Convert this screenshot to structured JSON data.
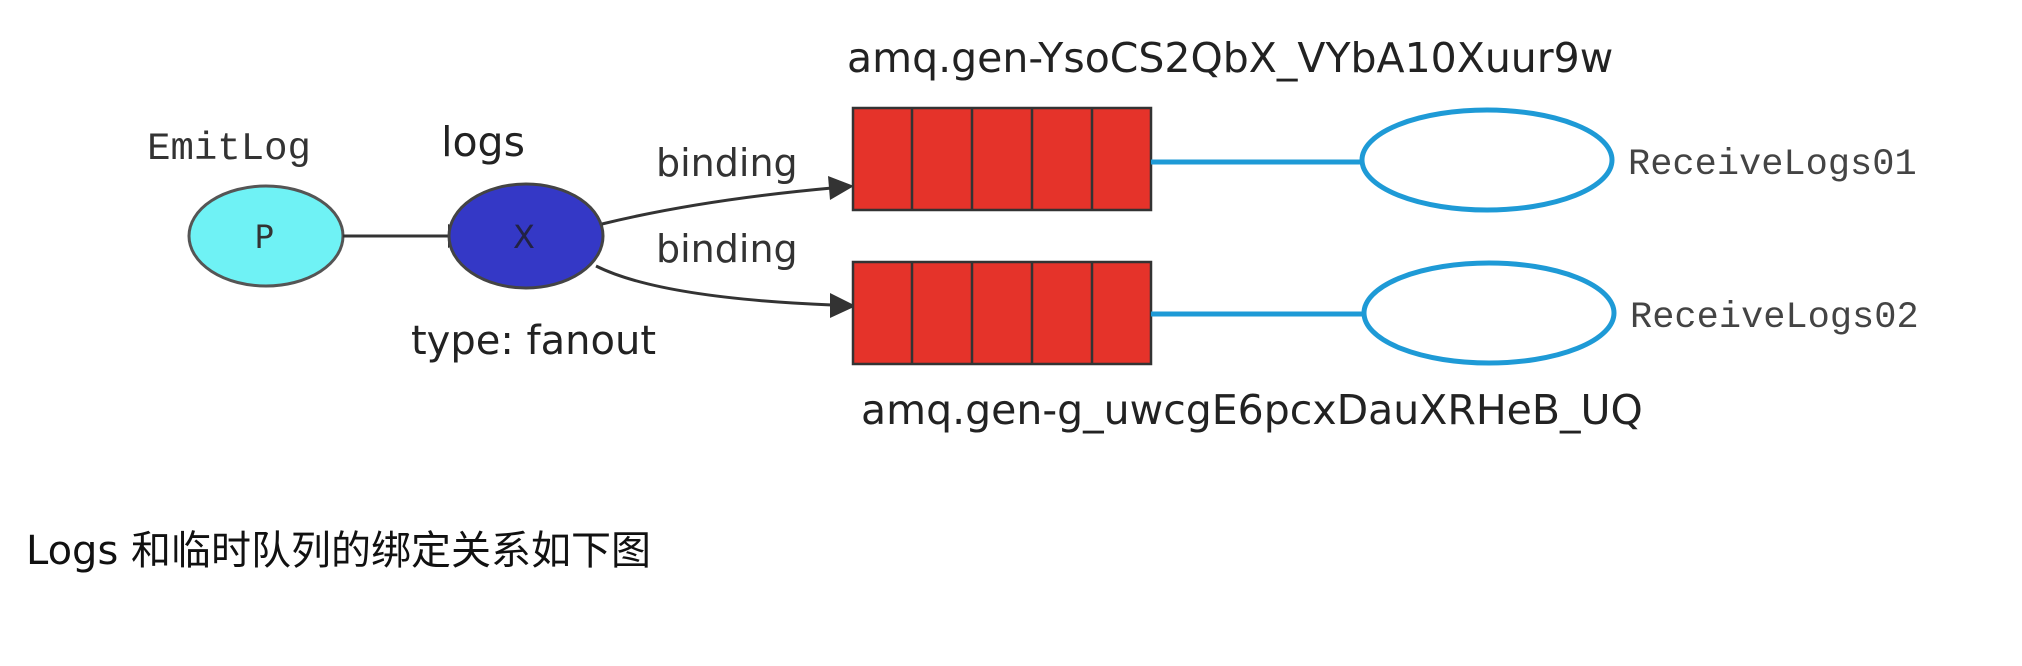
{
  "diagram": {
    "producer": {
      "name": "EmitLog",
      "symbol": "P"
    },
    "exchange": {
      "name": "logs",
      "symbol": "X",
      "type_label": "type: fanout"
    },
    "bindings": [
      "binding",
      "binding"
    ],
    "queues": [
      {
        "name": "amq.gen-YsoCS2QbX_VYbA10Xuur9w",
        "consumer": "ReceiveLogs01"
      },
      {
        "name": "amq.gen-g_uwcgE6pcxDauXRHeB_UQ",
        "consumer": "ReceiveLogs02"
      }
    ],
    "colors": {
      "producer_fill": "#6ff2f5",
      "exchange_fill": "#3438c6",
      "queue_fill": "#e5332a",
      "consumer_stroke": "#1e9ad6",
      "arrow": "#333333"
    }
  },
  "caption": "Logs 和临时队列的绑定关系如下图"
}
